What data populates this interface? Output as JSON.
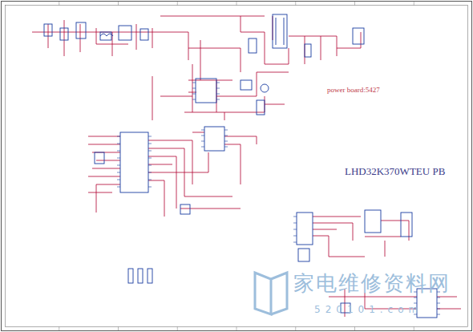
{
  "diagram": {
    "title": "LHD32K370WTEU PB",
    "labels": [
      "power board:5427",
      "家电维修资料网",
      "520101.com"
    ]
  }
}
